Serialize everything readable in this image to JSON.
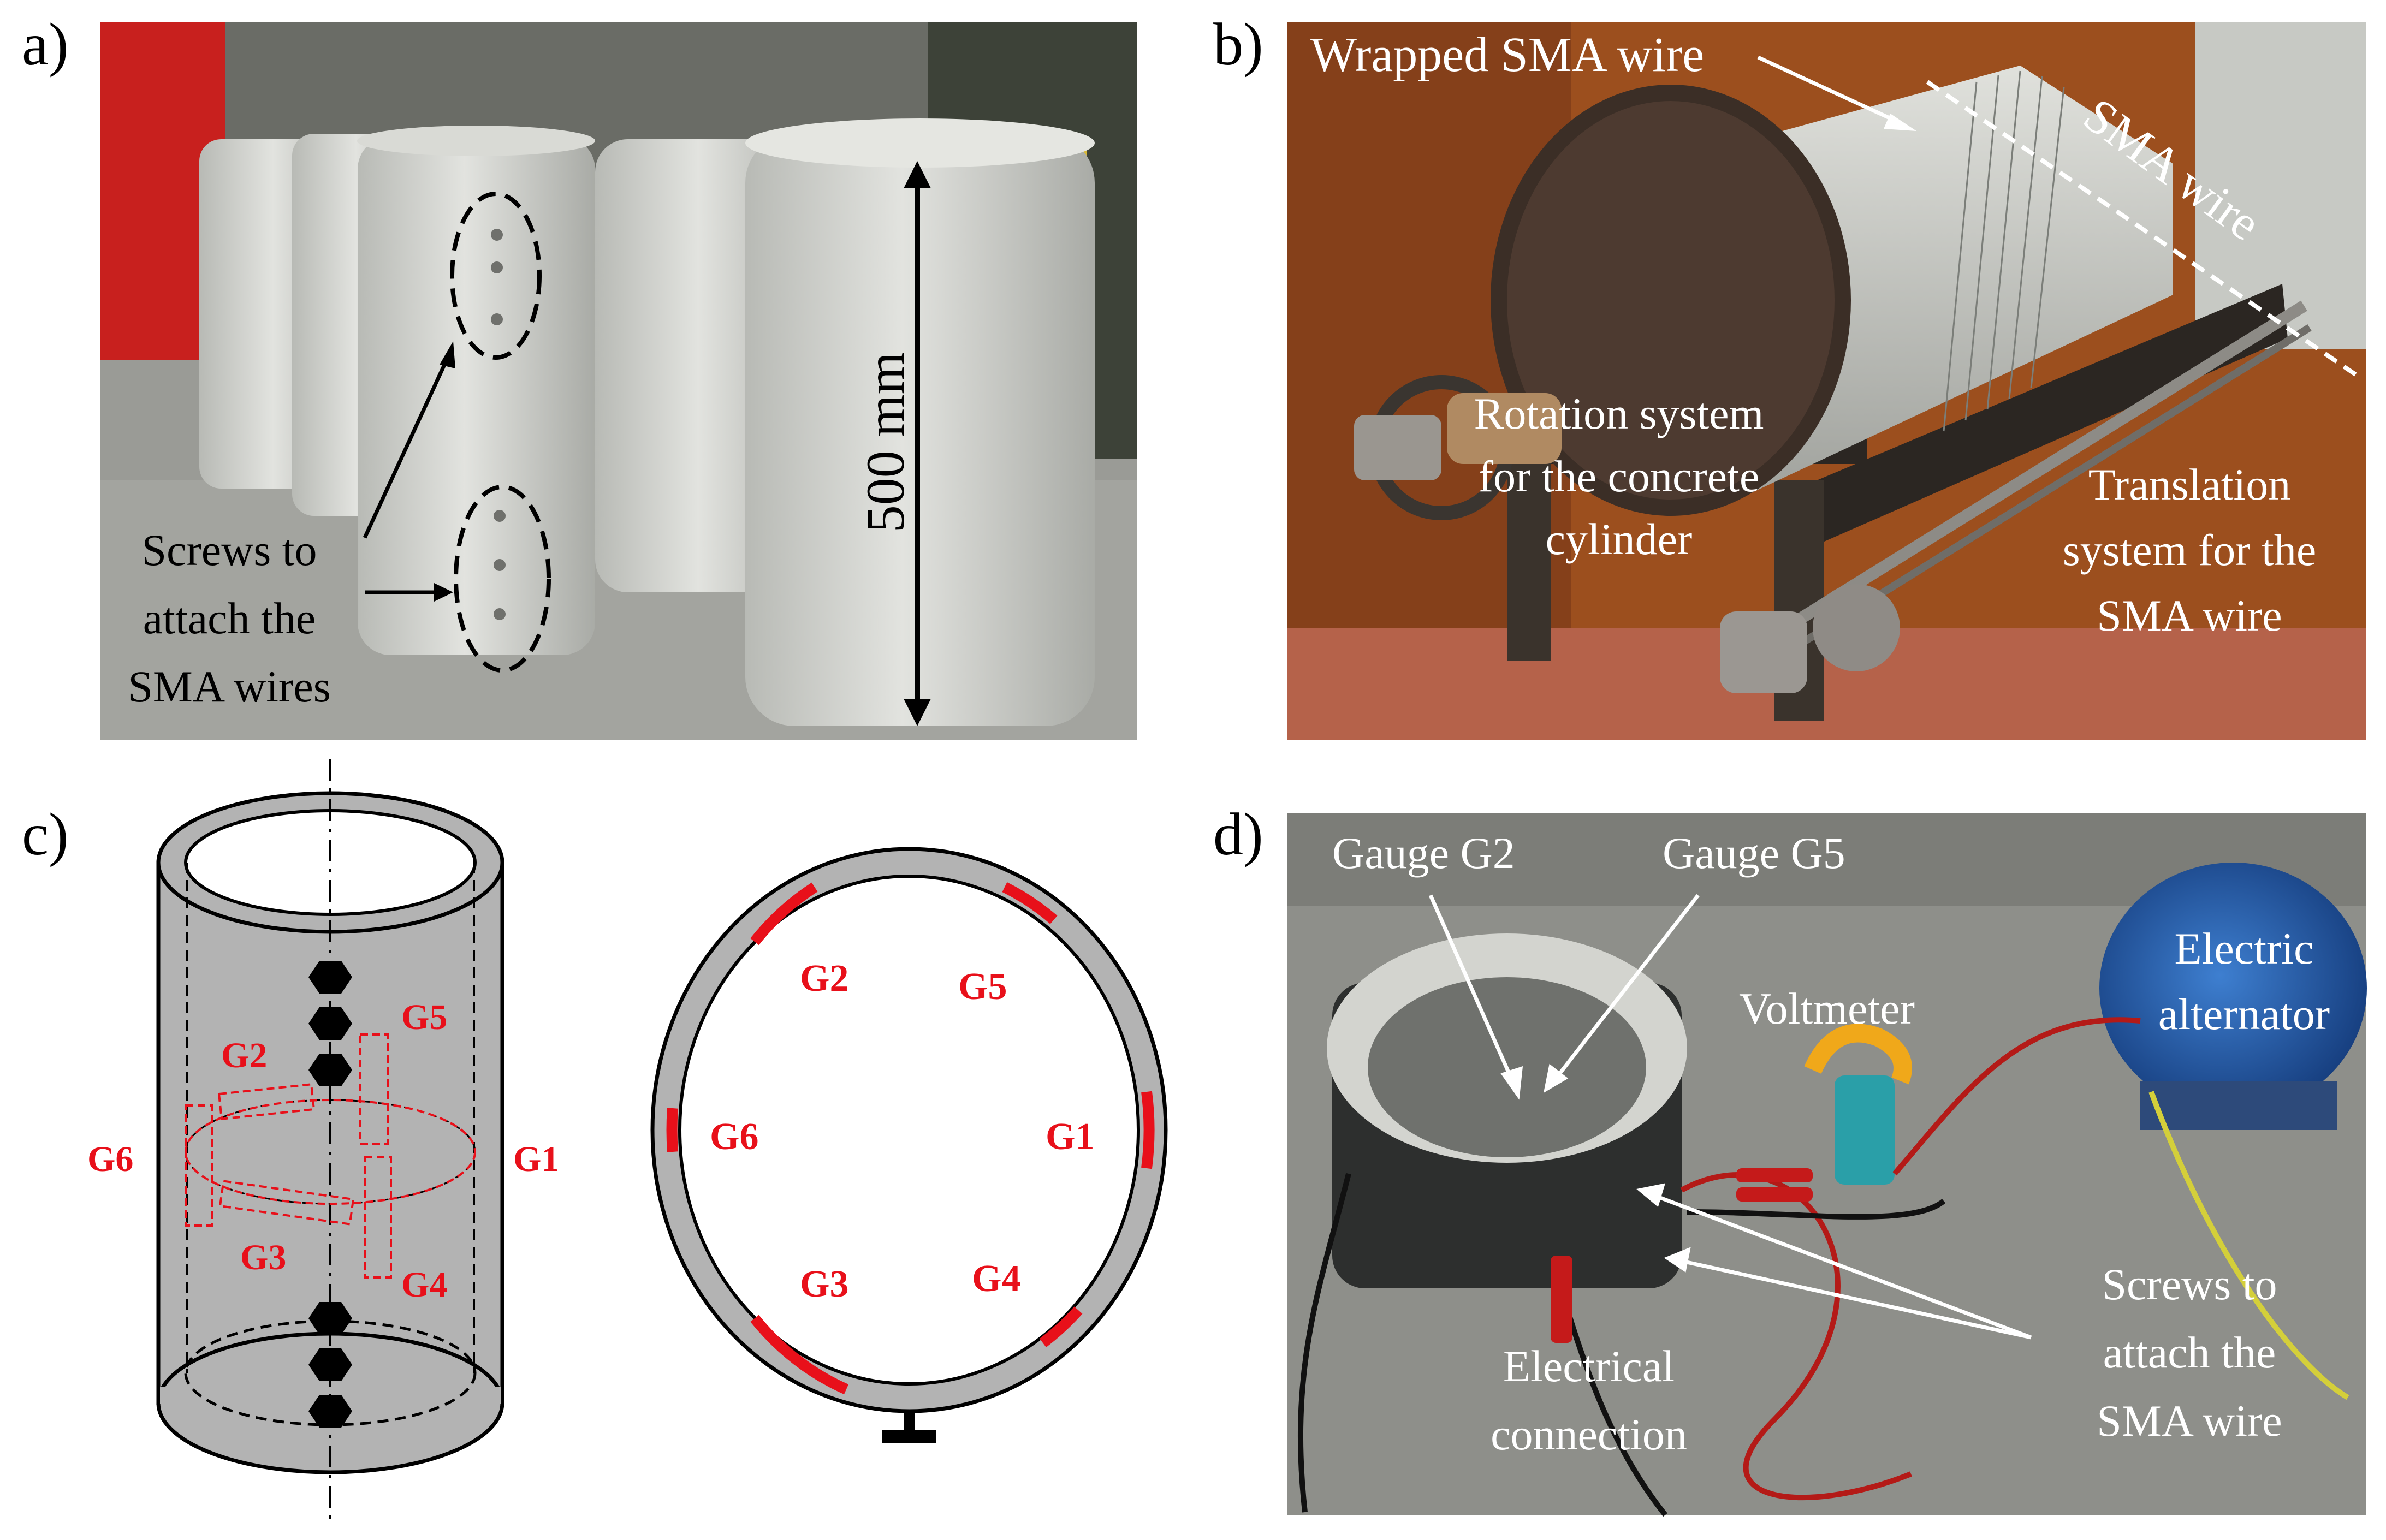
{
  "panels": {
    "a": {
      "letter": "a)",
      "screw_label": [
        "Screws to",
        "attach the",
        "SMA wires"
      ],
      "dimension": "500 mm"
    },
    "b": {
      "letter": "b)",
      "wrapped": "Wrapped SMA wire",
      "sma": "SMA wire",
      "rotation": [
        "Rotation system",
        "for the concrete",
        "cylinder"
      ],
      "translation": [
        "Translation",
        "system for the",
        "SMA wire"
      ]
    },
    "c": {
      "letter": "c)",
      "gauges": [
        "G1",
        "G2",
        "G3",
        "G4",
        "G5",
        "G6"
      ]
    },
    "d": {
      "letter": "d)",
      "gauge_g2": "Gauge G2",
      "gauge_g5": "Gauge G5",
      "voltmeter": "Voltmeter",
      "alternator": [
        "Electric",
        "alternator"
      ],
      "screws": [
        "Screws to",
        "attach the",
        "SMA wire"
      ],
      "electrical": [
        "Electrical",
        "connection"
      ]
    }
  },
  "colors": {
    "gauge_red": "#e8101a",
    "concrete": "#c9cbc6",
    "floor": "#8e8f8a",
    "shell_gray": "#b3b3b3",
    "wood": "#9c4f1e"
  }
}
